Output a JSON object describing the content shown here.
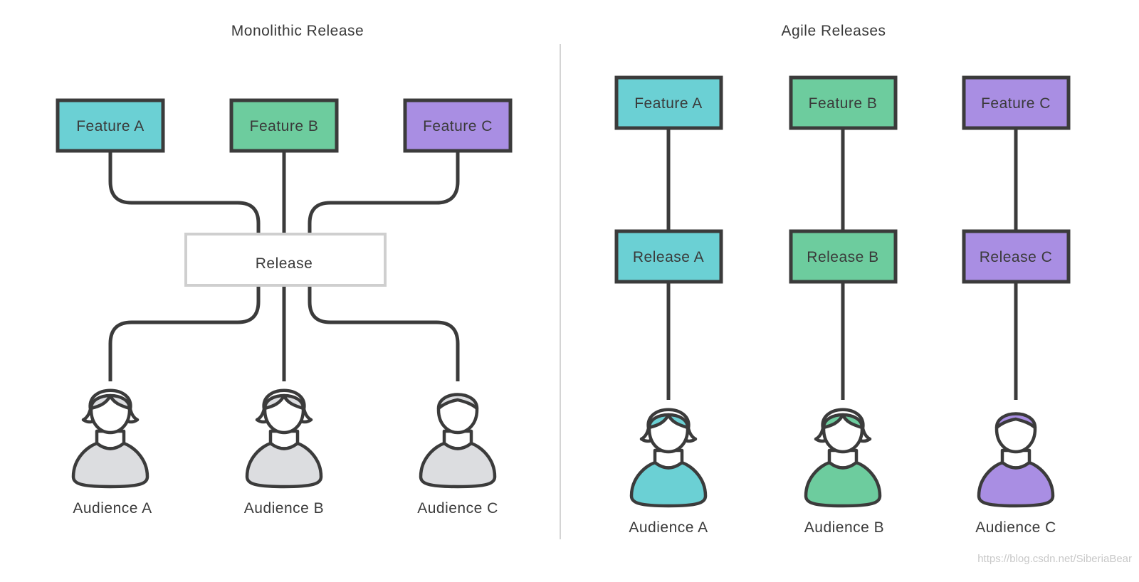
{
  "colors": {
    "feature_a": "#6bd0d4",
    "feature_b": "#6dcc9e",
    "feature_c": "#a98ee3",
    "neutral_audience": "#dcdde0",
    "line": "#3b3b3b",
    "release_border": "#cfcfcf",
    "divider": "#d4d4d4"
  },
  "monolithic": {
    "title": "Monolithic Release",
    "features": [
      {
        "label": "Feature A",
        "color_key": "feature_a"
      },
      {
        "label": "Feature B",
        "color_key": "feature_b"
      },
      {
        "label": "Feature C",
        "color_key": "feature_c"
      }
    ],
    "release_label": "Release",
    "audiences": [
      {
        "label": "Audience A",
        "icon": "person-female-icon"
      },
      {
        "label": "Audience B",
        "icon": "person-female-icon"
      },
      {
        "label": "Audience C",
        "icon": "person-male-icon"
      }
    ]
  },
  "agile": {
    "title": "Agile Releases",
    "columns": [
      {
        "feature_label": "Feature A",
        "release_label": "Release A",
        "audience_label": "Audience A",
        "color_key": "feature_a",
        "icon": "person-female-icon"
      },
      {
        "feature_label": "Feature B",
        "release_label": "Release B",
        "audience_label": "Audience B",
        "color_key": "feature_b",
        "icon": "person-female-icon"
      },
      {
        "feature_label": "Feature C",
        "release_label": "Release C",
        "audience_label": "Audience C",
        "color_key": "feature_c",
        "icon": "person-male-icon"
      }
    ]
  },
  "watermark": "https://blog.csdn.net/SiberiaBear"
}
